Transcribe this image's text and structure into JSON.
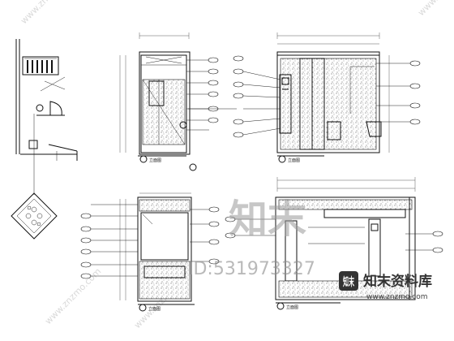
{
  "watermark": {
    "logo_text": "知末",
    "id_text": "ID:531973327",
    "diagonal_text": "www.znzmo.com",
    "brand_name": "知末资料库",
    "brand_url": "www.znzmo.com"
  },
  "drawing": {
    "top_left_elevation_label": "立面图",
    "top_right_elevation_label": "立面图",
    "bottom_left_elevation_label": "立面图",
    "bottom_right_elevation_label": "立面图"
  }
}
